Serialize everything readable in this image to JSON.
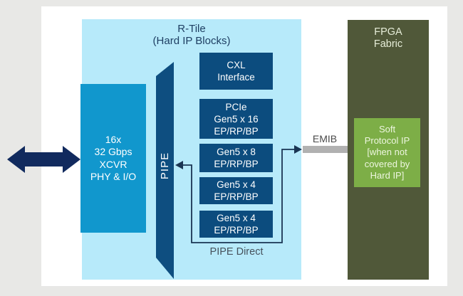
{
  "colors": {
    "page-bg": "#e8e8e6",
    "canvas-bg": "#ffffff",
    "rtile-bg": "#b7eafa",
    "xcvr-bg": "#1197cd",
    "block-bg": "#0c4c7e",
    "pipe-bg": "#0e4e80",
    "fabric-bg": "#505839",
    "softip-bg": "#7dae47",
    "emib-bar": "#b1b1b1",
    "navy-arrow": "#112a5e",
    "route-line": "#1a3553",
    "title-text": "#1f3f63",
    "block-text": "#ffffff",
    "fabric-text": "#e6edd8",
    "softip-text": "#edf6df",
    "emib-text": "#4a4a4a",
    "pipe-direct-text": "#47525c"
  },
  "rtile": {
    "title_line1": "R-Tile",
    "title_line2": "(Hard IP Blocks)",
    "xcvr_lines": [
      "16x",
      "32 Gbps",
      "XCVR",
      "PHY & I/O"
    ],
    "pipe_label": "PIPE",
    "blocks": [
      {
        "lines": [
          "CXL",
          "Interface"
        ]
      },
      {
        "lines": [
          "PCIe",
          "Gen5 x 16",
          "EP/RP/BP"
        ]
      },
      {
        "lines": [
          "Gen5 x 8",
          "EP/RP/BP"
        ]
      },
      {
        "lines": [
          "Gen5 x 4",
          "EP/RP/BP"
        ]
      },
      {
        "lines": [
          "Gen5 x 4",
          "EP/RP/BP"
        ]
      }
    ],
    "pipe_direct_label": "PIPE Direct"
  },
  "emib": {
    "label": "EMIB"
  },
  "fabric": {
    "title_line1": "FPGA",
    "title_line2": "Fabric",
    "soft_ip_lines": [
      "Soft",
      "Protocol IP",
      "[when not",
      "covered by",
      "Hard IP]"
    ]
  }
}
